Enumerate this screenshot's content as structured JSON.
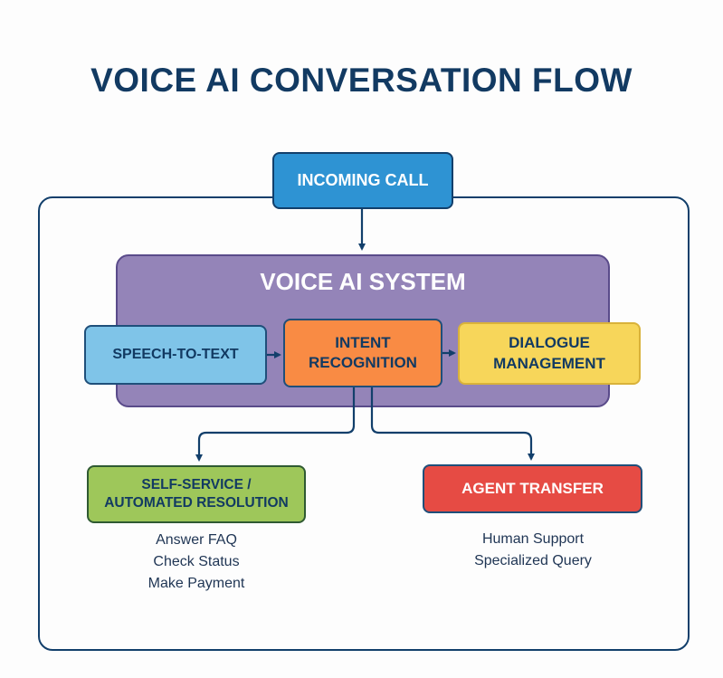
{
  "title": "VOICE AI CONVERSATION FLOW",
  "nodes": {
    "incoming_call": "INCOMING CALL",
    "voice_ai_system": "VOICE AI SYSTEM",
    "speech_to_text": "SPEECH-TO-TEXT",
    "intent_recognition": [
      "INTENT",
      "RECOGNITION"
    ],
    "dialogue_management": [
      "DIALOGUE",
      "MANAGEMENT"
    ],
    "self_service": [
      "SELF-SERVICE /",
      "AUTOMATED RESOLUTION"
    ],
    "agent_transfer": "AGENT TRANSFER"
  },
  "self_service_items": [
    "Answer FAQ",
    "Check Status",
    "Make Payment"
  ],
  "agent_transfer_items": [
    "Human Support",
    "Specialized Query"
  ],
  "colors": {
    "title": "#123a62",
    "incoming_call": "#2e93d3",
    "voice_ai_system": "#9484b8",
    "speech_to_text": "#7fc4e8",
    "intent_recognition": "#f98b44",
    "dialogue_management": "#f7d65a",
    "self_service": "#9ec75a",
    "agent_transfer": "#e64b44",
    "connector": "#123f6b"
  },
  "edges": [
    {
      "from": "incoming_call",
      "to": "voice_ai_system"
    },
    {
      "from": "speech_to_text",
      "to": "intent_recognition"
    },
    {
      "from": "intent_recognition",
      "to": "dialogue_management"
    },
    {
      "from": "intent_recognition",
      "to": "self_service"
    },
    {
      "from": "intent_recognition",
      "to": "agent_transfer"
    }
  ]
}
